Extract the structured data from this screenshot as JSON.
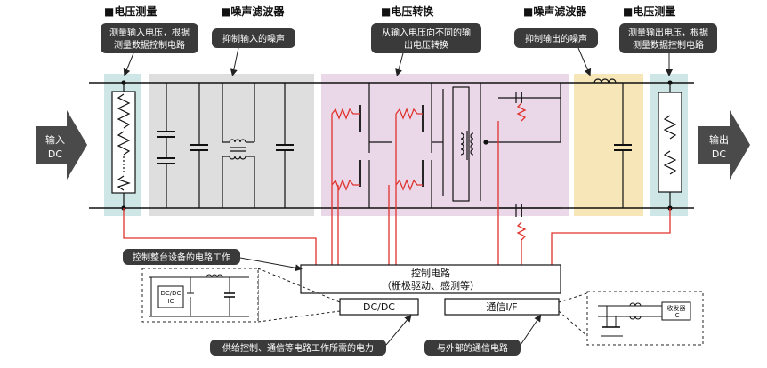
{
  "headers": {
    "voltage_measure_left": "■电压测量",
    "noise_filter_left": "■噪声滤波器",
    "voltage_convert": "■电压转换",
    "noise_filter_right": "■噪声滤波器",
    "voltage_measure_right": "■电压测量"
  },
  "callouts": {
    "voltage_measure_left": [
      "测量输入电压，根据",
      "测量数据控制电路"
    ],
    "noise_filter_left": [
      "抑制输入的噪声"
    ],
    "voltage_convert": [
      "从输入电压向不同的输",
      "出电压转换"
    ],
    "noise_filter_right": [
      "抑制输出的噪声"
    ],
    "voltage_measure_right": [
      "测量输出电压，根据",
      "测量数据控制电路"
    ]
  },
  "input_arrow": [
    "输入",
    "DC"
  ],
  "output_arrow": [
    "输出",
    "DC"
  ],
  "control_box": [
    "控制电路",
    "（栅极驱动、感测等）"
  ],
  "dcdc_box": "DC/DC",
  "comm_box": "通信I/F",
  "bottom_labels": {
    "control_note": "控制整台设备的电路工作",
    "power_note": "供给控制、通信等电路工作所需的电力",
    "comm_note": "与外部的通信电路"
  },
  "inset_left_ic": [
    "DC/DC",
    "IC"
  ],
  "inset_right_ic": [
    "收发器",
    "IC"
  ],
  "colors": {
    "measure_bg": "#cfe6e6",
    "filter_bg": "#dedede",
    "convert_bg": "#ead7e8",
    "filter_out_bg": "#f6e6b8",
    "arrow": "#4a4a4a",
    "wire_red": "#e0332d",
    "callout_bg": "#3a3a3a"
  }
}
